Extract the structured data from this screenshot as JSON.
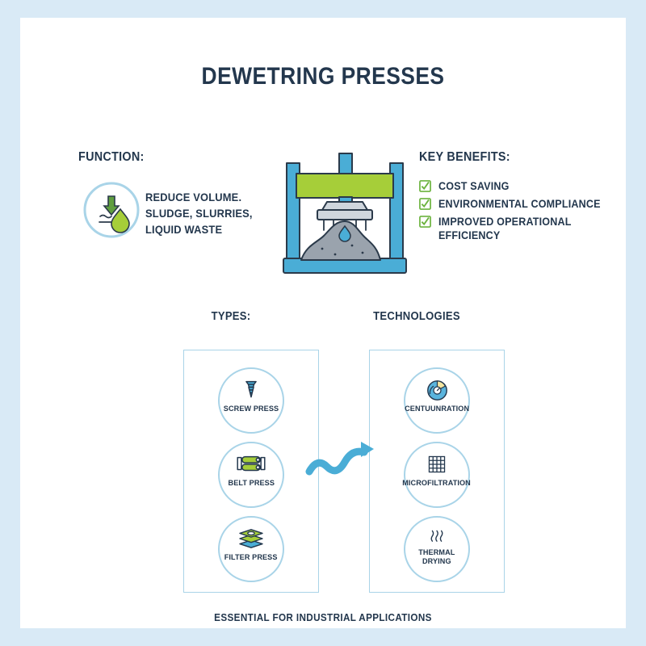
{
  "title": "DEWETRING PRESSES",
  "function": {
    "heading": "FUNCTION:",
    "icon": "water-drop-reduce-icon",
    "lines": [
      "REDUCE VOLUME.",
      "SLUDGE, SLURRIES,",
      "LIQUID WASTE"
    ]
  },
  "benefits": {
    "heading": "KEY BENEFITS:",
    "items": [
      {
        "label": "COST SAVING",
        "icon": "checkbox-checked-icon"
      },
      {
        "label": "ENVIRONMENTAL COMPLIANCE",
        "icon": "checkbox-checked-icon"
      },
      {
        "label": "IMPROVED OPERATIONAL\nEFFICIENCY",
        "icon": "checkbox-checked-icon"
      }
    ]
  },
  "illustration": {
    "name": "hydraulic-press-illustration",
    "parts": [
      "frame-posts",
      "green-beam",
      "press-head",
      "water-droplet",
      "sludge-pile",
      "base"
    ]
  },
  "types": {
    "heading": "TYPES:",
    "items": [
      {
        "label": "SCREW PRESS",
        "icon": "screw-icon"
      },
      {
        "label": "BELT PRESS",
        "icon": "rollers-icon"
      },
      {
        "label": "FILTER PRESS",
        "icon": "stacked-plates-icon"
      }
    ]
  },
  "technologies": {
    "heading": "TECHNOLOGIES",
    "items": [
      {
        "label": "CENTUUNRATION",
        "icon": "centrifuge-disc-icon"
      },
      {
        "label": "MICROFILTRATION",
        "icon": "mesh-grid-icon"
      },
      {
        "label": "THERMAL\nDRYING",
        "icon": "heat-waves-icon"
      }
    ]
  },
  "connector": {
    "icon": "wavy-arrow-right-icon"
  },
  "footer": "ESSENTIAL FOR INDUSTRIAL APPLICATIONS",
  "colors": {
    "page_background": "#d9eaf6",
    "card_background": "#ffffff",
    "ink": "#23374d",
    "accent_blue": "#4aadd6",
    "light_blue": "#a9d4e8",
    "green": "#a6ce39",
    "grey": "#9aa3ad"
  }
}
